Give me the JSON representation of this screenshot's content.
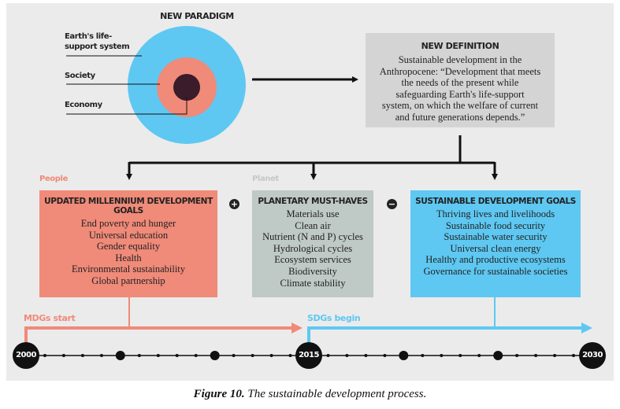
{
  "paradigm": {
    "title": "NEW PARADIGM",
    "labels": [
      "Earth's life-support system",
      "Society",
      "Economy"
    ],
    "label_lines": [
      [
        "Earth's life-",
        "support system"
      ],
      [
        "Society"
      ],
      [
        "Economy"
      ]
    ]
  },
  "definition": {
    "title": "NEW DEFINITION",
    "text_lines": [
      "Sustainable development in the",
      "Anthropocene: “Development that meets",
      "the needs of the present while",
      "safeguarding Earth's life-support",
      "system, on which the welfare of current",
      "and future generations depends.”"
    ]
  },
  "tags": {
    "people": "People",
    "planet": "Planet"
  },
  "operators": {
    "plus": "+",
    "minus": "−"
  },
  "boxes": {
    "mdg": {
      "title": "UPDATED MILLENNIUM DEVELOPMENT GOALS",
      "items": [
        "End poverty and hunger",
        "Universal education",
        "Gender equality",
        "Health",
        "Environmental sustainability",
        "Global partnership"
      ]
    },
    "planetary": {
      "title": "PLANETARY MUST-HAVES",
      "items": [
        "Materials use",
        "Clean air",
        "Nutrient (N and P) cycles",
        "Hydrological cycles",
        "Ecosystem services",
        "Biodiversity",
        "Climate stability"
      ]
    },
    "sdg": {
      "title": "SUSTAINABLE DEVELOPMENT GOALS",
      "items": [
        "Thriving lives and livelihoods",
        "Sustainable food security",
        "Sustainable water security",
        "Universal clean energy",
        "Healthy and productive ecosystems",
        "Governance for sustainable societies"
      ]
    }
  },
  "timeline": {
    "milestones": {
      "mdg_start": "MDGs start",
      "sdg_begin": "SDGs begin"
    },
    "years": [
      "2000",
      "2015",
      "2030"
    ]
  },
  "caption": {
    "label": "Figure 10.",
    "text": "The sustainable development process."
  },
  "colors": {
    "background": "#ebebeb",
    "earth": "#5ec8f2",
    "society": "#f08a79",
    "economy": "#3a1c2a",
    "definition_box": "#d4d4d4",
    "planet_box": "#bfc9c6",
    "people_accent": "#f08a79",
    "sdg_accent": "#5ec8f2",
    "ink": "#111111"
  }
}
